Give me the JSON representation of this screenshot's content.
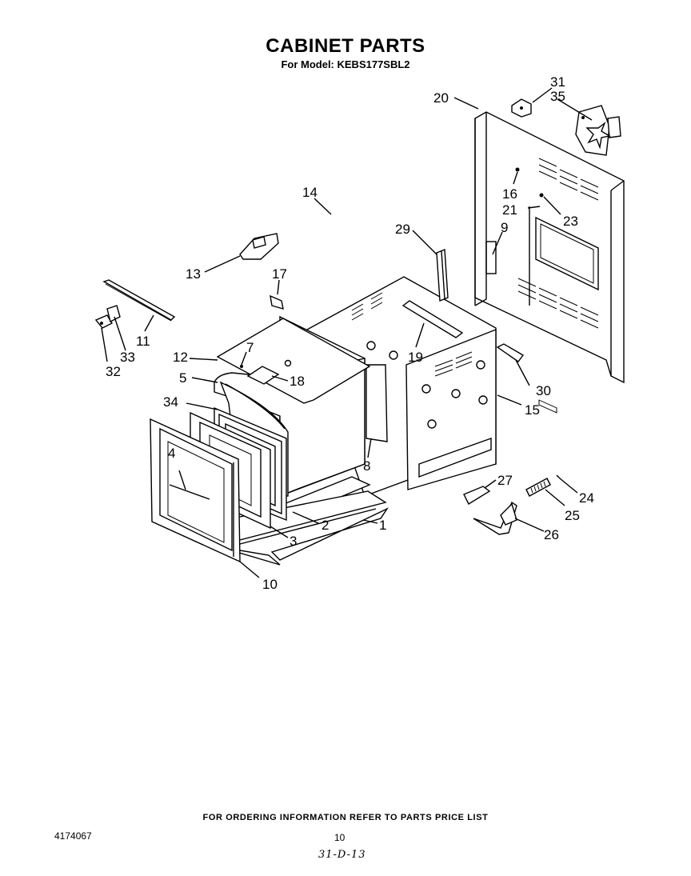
{
  "header": {
    "title": "CABINET PARTS",
    "subtitle": "For Model: KEBS177SBL2"
  },
  "callouts": {
    "c1": "1",
    "c2": "2",
    "c3": "3",
    "c4": "4",
    "c5": "5",
    "c7": "7",
    "c8": "8",
    "c9": "9",
    "c10": "10",
    "c11": "11",
    "c12": "12",
    "c13": "13",
    "c14": "14",
    "c15": "15",
    "c16": "16",
    "c17": "17",
    "c18": "18",
    "c19": "19",
    "c20": "20",
    "c21": "21",
    "c23": "23",
    "c24": "24",
    "c25": "25",
    "c26": "26",
    "c27": "27",
    "c29": "29",
    "c30": "30",
    "c31": "31",
    "c32": "32",
    "c33": "33",
    "c34": "34",
    "c35": "35"
  },
  "footer": {
    "ordering_note": "FOR ORDERING INFORMATION REFER TO PARTS PRICE LIST",
    "doc_number": "4174067",
    "page_number": "10",
    "handwritten": "31-D-13"
  }
}
